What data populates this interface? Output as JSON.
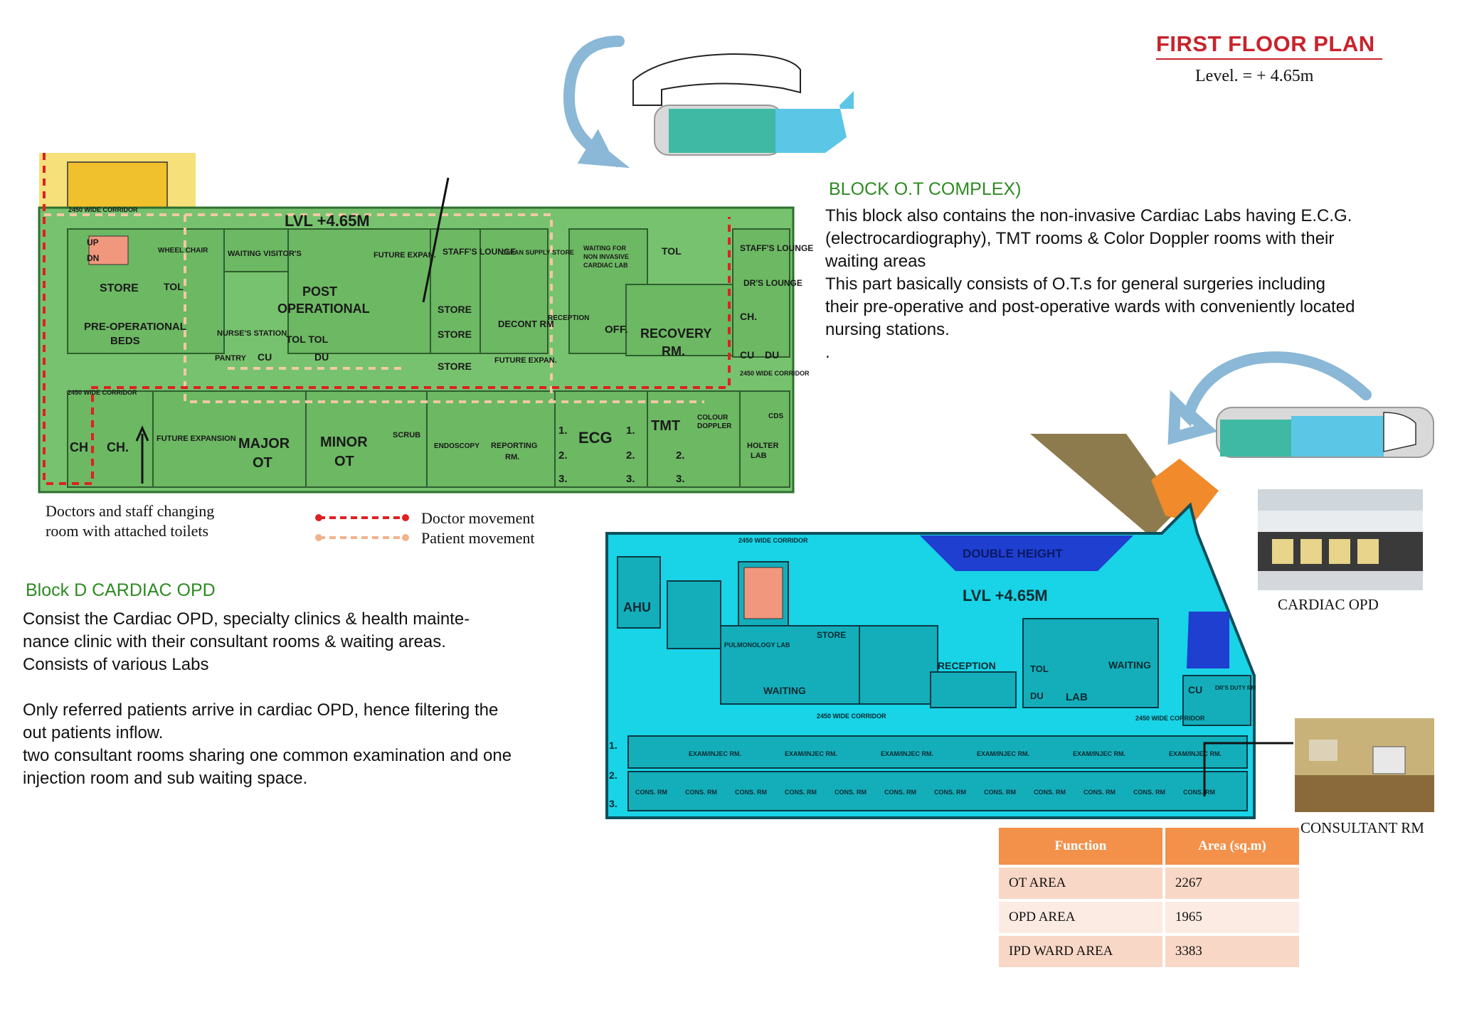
{
  "header": {
    "title": "FIRST FLOOR PLAN",
    "level": "Level. = + 4.65m"
  },
  "ot_block": {
    "heading": "BLOCK O.T COMPLEX)",
    "paragraph_lines": [
      "This block also contains the non-invasive Cardiac Labs having E.C.G.",
      "(electrocardiography), TMT rooms & Color Doppler rooms with their",
      "waiting areas",
      "This part basically consists of  O.T.s for general surgeries    including",
      "their pre-operative and post-operative wards with conveniently located",
      "nursing stations.",
      "."
    ]
  },
  "cardiac_block": {
    "heading": "Block D CARDIAC OPD",
    "paragraph_lines": [
      "Consist the Cardiac OPD,  specialty clinics & health  mainte-",
      "nance clinic with their  consultant rooms  & waiting areas.",
      " Consists of various Labs",
      "",
      "Only referred patients arrive in cardiac OPD, hence filtering the",
      "out patients inflow.",
      "two consultant rooms sharing one common examination and one",
      "injection room and sub waiting space."
    ]
  },
  "annotations": {
    "changing_room_line1": "Doctors  and  staff  changing",
    "changing_room_line2": "room with attached toilets",
    "legend_doctor": "Doctor movement",
    "legend_patient": "Patient movement",
    "legend_doctor_color": "#e02020",
    "legend_patient_color": "#f2b28c"
  },
  "photos": {
    "cardiac_opd_caption": "CARDIAC OPD",
    "consultant_caption": "CONSULTANT RM"
  },
  "area_table": {
    "headers": [
      "Function",
      "Area (sq.m)"
    ],
    "rows": [
      {
        "function": "OT AREA",
        "area": "2267"
      },
      {
        "function": "OPD AREA",
        "area": "1965"
      },
      {
        "function": "IPD WARD AREA",
        "area": "3383"
      }
    ]
  },
  "ot_plan": {
    "level_label": "LVL +4.65M",
    "corridor_top": "2450 WIDE CORRIDOR",
    "corridor_mid": "2450 WIDE CORRIDOR",
    "corridor_right": "2450 WIDE CORRIDOR",
    "rooms": {
      "up": "UP",
      "dn": "DN",
      "wheel_chair": "WHEEL CHAIR",
      "tol": "TOL",
      "store": "STORE",
      "waiting_visitors": "WAITING VISITOR'S",
      "future_expan": "FUTURE EXPAN.",
      "post_operational_1": "POST",
      "post_operational_2": "OPERATIONAL",
      "pre_operational_1": "PRE-OPERATIONAL",
      "pre_operational_2": "BEDS",
      "nurses_station": "NURSE'S STATION",
      "toltol": "TOL TOL",
      "pantry": "PANTRY",
      "cu": "CU",
      "du": "DU",
      "staff_lounge": "STAFF'S LOUNGE",
      "clean_supply": "CLEAN SUPPLY STORE",
      "decont": "DECONT RM",
      "future_expan2": "FUTURE EXPAN.",
      "reception": "RECEPTION",
      "waiting_cardiac_1": "WAITING FOR",
      "waiting_cardiac_2": "NON INVASIVE",
      "waiting_cardiac_3": "CARDIAC LAB",
      "off": "OFF.",
      "recovery_1": "RECOVERY",
      "recovery_2": "RM.",
      "drs_lounge": "DR'S LOUNGE",
      "ch": "CH.",
      "ch2": "CH",
      "scrub": "SCRUB",
      "future_expansion": "FUTURE EXPANSION",
      "major_ot_1": "MAJOR",
      "major_ot_2": "OT",
      "minor_ot_1": "MINOR",
      "minor_ot_2": "OT",
      "endoscopy": "ENDOSCOPY",
      "reporting_1": "REPORTING",
      "reporting_2": "RM.",
      "ecg": "ECG",
      "tmt": "TMT",
      "colour_doppler_1": "COLOUR",
      "colour_doppler_2": "DOPPLER",
      "holter_1": "HOLTER",
      "holter_2": "LAB",
      "cds": "CDS",
      "n1": "1.",
      "n2": "2.",
      "n3": "3."
    }
  },
  "opd_plan": {
    "level_label": "LVL +4.65M",
    "double_height": "DOUBLE HEIGHT",
    "corridor_top": "2450 WIDE CORRIDOR",
    "corridor_left": "2450 WIDE CORRIDOR",
    "corridor_right": "2450 WIDE CORRIDOR",
    "rooms": {
      "ahu": "AHU",
      "store": "STORE",
      "pulmonology": "PULMONOLOGY LAB",
      "waiting": "WAITING",
      "reception": "RECEPTION",
      "tol": "TOL",
      "du": "DU",
      "lab": "LAB",
      "cu": "CU",
      "drs_duty": "DR'S DUTY RM",
      "exam_inj": "EXAM/INJEC RM.",
      "cons_rm": "CONS. RM",
      "n1": "1.",
      "n2": "2.",
      "n3": "3."
    }
  }
}
